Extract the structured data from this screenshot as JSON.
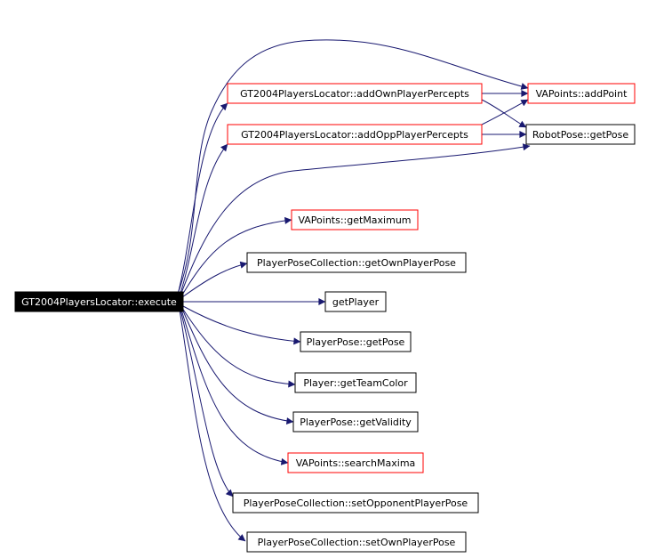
{
  "colors": {
    "edge": "#191970",
    "normal_border": "#000000",
    "truncated_border": "#ff0000",
    "root_fill": "#000000",
    "root_text": "#ffffff",
    "text": "#000000",
    "background": "#ffffff"
  },
  "nodes": {
    "execute": {
      "label": "GT2004PlayersLocator::execute",
      "kind": "root"
    },
    "addOwnPlayerPercepts": {
      "label": "GT2004PlayersLocator::addOwnPlayerPercepts",
      "kind": "truncated"
    },
    "addOppPlayerPercepts": {
      "label": "GT2004PlayersLocator::addOppPlayerPercepts",
      "kind": "truncated"
    },
    "addPoint": {
      "label": "VAPoints::addPoint",
      "kind": "truncated"
    },
    "robotGetPose": {
      "label": "RobotPose::getPose",
      "kind": "normal"
    },
    "getMaximum": {
      "label": "VAPoints::getMaximum",
      "kind": "truncated"
    },
    "getOwnPlayerPose": {
      "label": "PlayerPoseCollection::getOwnPlayerPose",
      "kind": "normal"
    },
    "getPlayer": {
      "label": "getPlayer",
      "kind": "normal"
    },
    "playerGetPose": {
      "label": "PlayerPose::getPose",
      "kind": "normal"
    },
    "getTeamColor": {
      "label": "Player::getTeamColor",
      "kind": "normal"
    },
    "getValidity": {
      "label": "PlayerPose::getValidity",
      "kind": "normal"
    },
    "searchMaxima": {
      "label": "VAPoints::searchMaxima",
      "kind": "truncated"
    },
    "setOpponentPlayerPose": {
      "label": "PlayerPoseCollection::setOpponentPlayerPose",
      "kind": "normal"
    },
    "setOwnPlayerPose": {
      "label": "PlayerPoseCollection::setOwnPlayerPose",
      "kind": "normal"
    }
  },
  "edges": [
    [
      "execute",
      "addPoint"
    ],
    [
      "execute",
      "addOwnPlayerPercepts"
    ],
    [
      "execute",
      "addOppPlayerPercepts"
    ],
    [
      "execute",
      "robotGetPose"
    ],
    [
      "execute",
      "getMaximum"
    ],
    [
      "execute",
      "getOwnPlayerPose"
    ],
    [
      "execute",
      "getPlayer"
    ],
    [
      "execute",
      "playerGetPose"
    ],
    [
      "execute",
      "getTeamColor"
    ],
    [
      "execute",
      "getValidity"
    ],
    [
      "execute",
      "searchMaxima"
    ],
    [
      "execute",
      "setOpponentPlayerPose"
    ],
    [
      "execute",
      "setOwnPlayerPose"
    ],
    [
      "addOwnPlayerPercepts",
      "addPoint"
    ],
    [
      "addOwnPlayerPercepts",
      "robotGetPose"
    ],
    [
      "addOppPlayerPercepts",
      "addPoint"
    ],
    [
      "addOppPlayerPercepts",
      "robotGetPose"
    ]
  ]
}
